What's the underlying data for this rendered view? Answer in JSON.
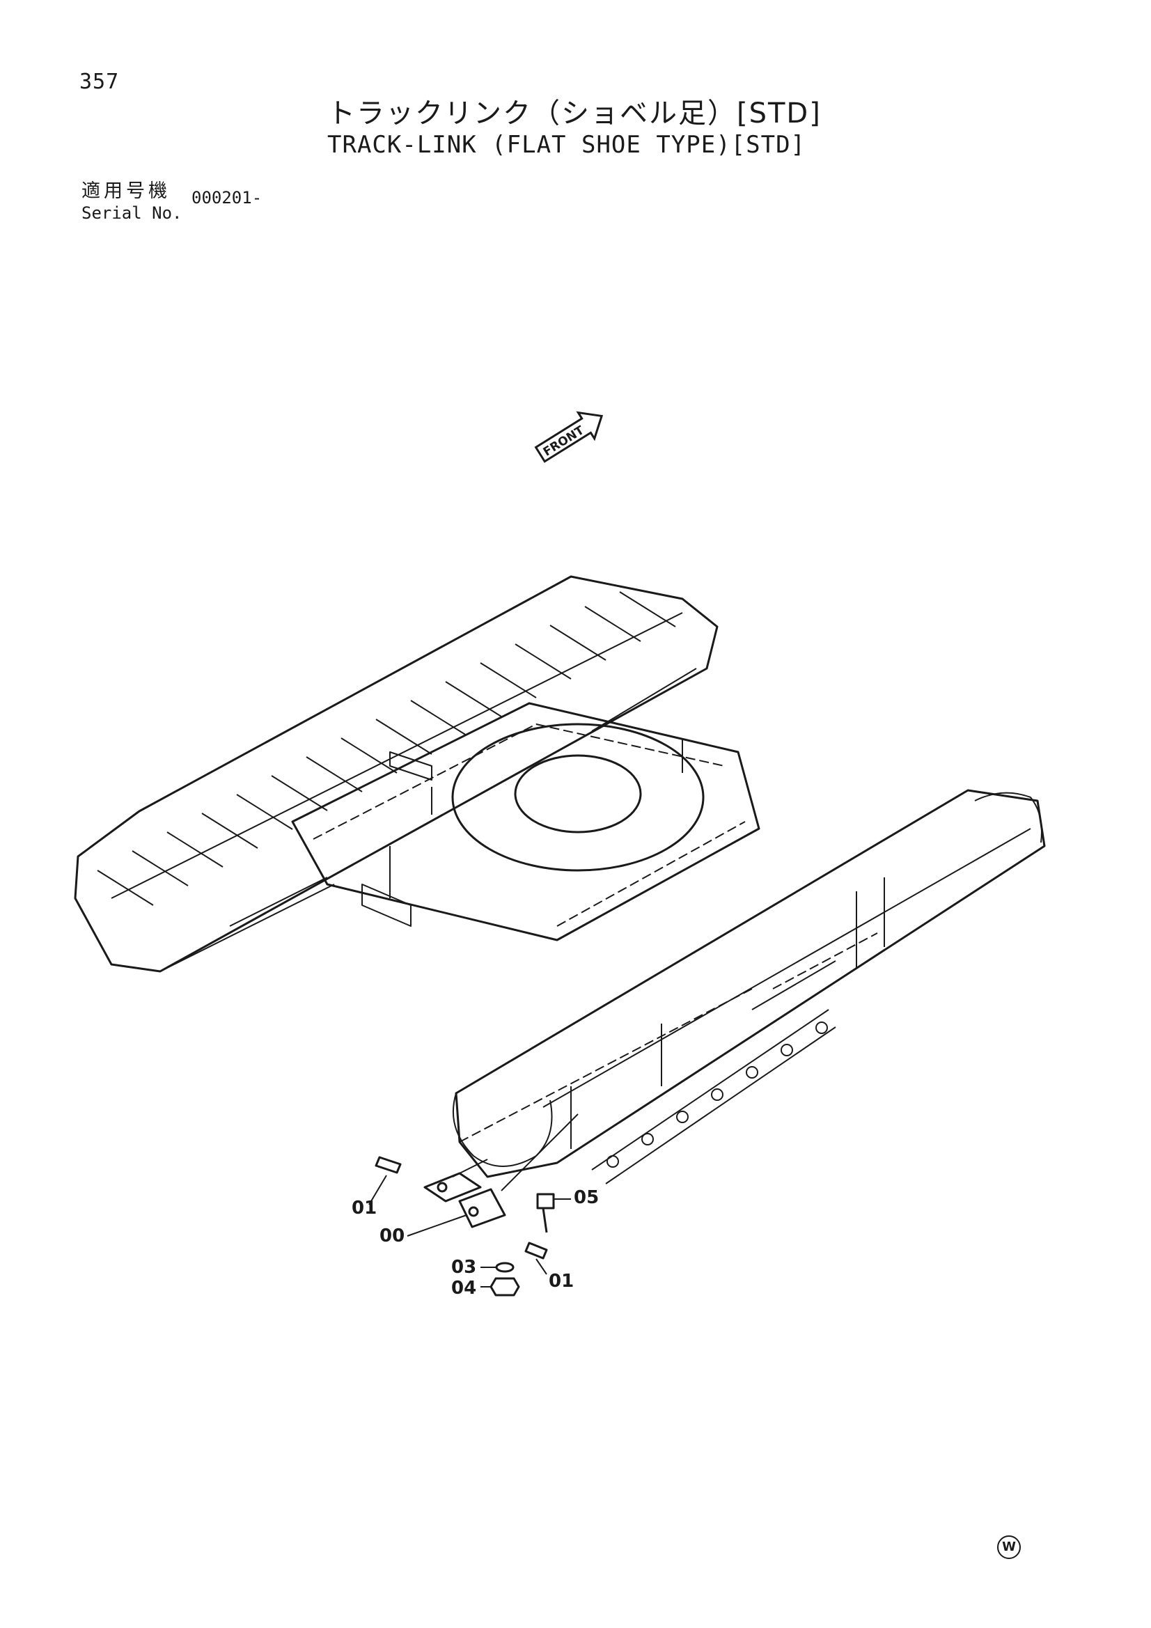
{
  "header": {
    "page_number": "357",
    "title_jp": "トラックリンク（ショベル足）[STD]",
    "title_en": "TRACK-LINK (FLAT SHOE TYPE)[STD]"
  },
  "serial": {
    "label_jp": "適用号機",
    "label_en": "Serial No.",
    "value": "000201-"
  },
  "diagram": {
    "front_label": "FRONT",
    "callouts": {
      "c00": "00",
      "c01a": "01",
      "c01b": "01",
      "c03": "03",
      "c04": "04",
      "c05": "05"
    }
  },
  "footer": {
    "mark": "W"
  }
}
